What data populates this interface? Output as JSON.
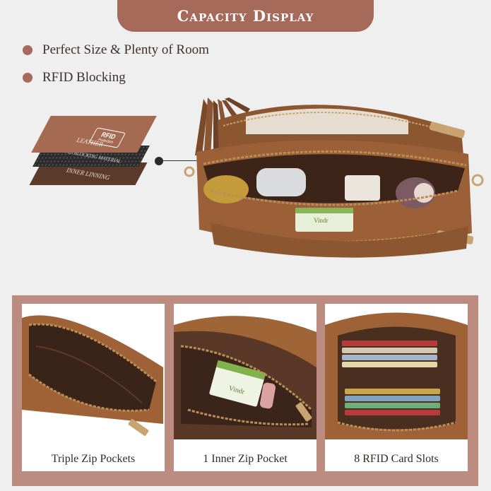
{
  "header": {
    "title": "Capacity Display"
  },
  "features": [
    {
      "text": "Perfect Size & Plenty of Room"
    },
    {
      "text": "RFID Blocking"
    }
  ],
  "layers": {
    "badge_title": "RFID",
    "badge_sub": "Protection",
    "leather": "LEATHER",
    "rfid": "RFID BLOCKING MATERIAL",
    "inner": "INNER LINNING"
  },
  "cards": [
    {
      "caption": "Triple Zip Pockets"
    },
    {
      "caption": "1 Inner Zip Pocket"
    },
    {
      "caption": "8 RFID Card Slots"
    }
  ],
  "colors": {
    "accent": "#a66a5b",
    "panel": "#bd8c80",
    "leather": "#a56b52",
    "background": "#efeff0"
  },
  "icons": [
    "rfid-icon",
    "tassel-icon",
    "zipper-icon"
  ]
}
